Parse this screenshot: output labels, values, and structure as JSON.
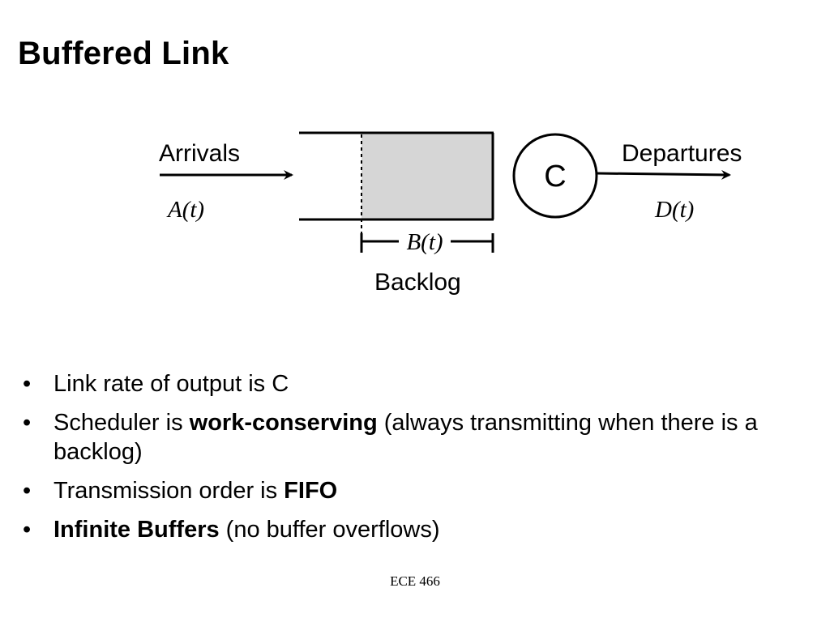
{
  "slide": {
    "title": "Buffered Link",
    "footer": "ECE 466"
  },
  "diagram": {
    "arrivals_label": "Arrivals",
    "arrivals_func": "A(t)",
    "server_label": "C",
    "departures_label": "Departures",
    "departures_func": "D(t)",
    "backlog_func": "B(t)",
    "backlog_label": "Backlog",
    "colors": {
      "buffer_fill": "#d6d6d6",
      "stroke": "#000000"
    }
  },
  "bullets": [
    {
      "bullet": "•",
      "pre": "Link rate of output is C",
      "bold": "",
      "post": ""
    },
    {
      "bullet": "•",
      "pre": "Scheduler is ",
      "bold": "work-conserving",
      "post": " (always transmitting when there is a backlog)"
    },
    {
      "bullet": "•",
      "pre": "Transmission order is ",
      "bold": "FIFO",
      "post": ""
    },
    {
      "bullet": "•",
      "pre": "",
      "bold": "Infinite Buffers",
      "post": " (no buffer overflows)"
    }
  ]
}
